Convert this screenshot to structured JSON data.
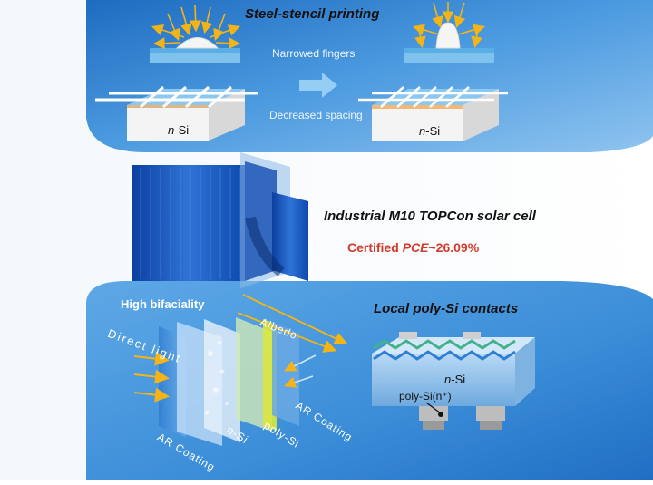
{
  "top": {
    "title": "Steel-stencil printing",
    "narrowed": "Narrowed fingers",
    "decreased": "Decreased spacing",
    "nsi_left_prefix": "n",
    "nsi_left_suffix": "-Si",
    "nsi_right_prefix": "n",
    "nsi_right_suffix": "-Si"
  },
  "middle": {
    "title": "Industrial M10 TOPCon solar cell",
    "pce_prefix": "Certified ",
    "pce_italic": "PCE",
    "pce_suffix": "~26.09%"
  },
  "bottom": {
    "high_bifaciality": "High bifaciality",
    "albedo": "Albedo",
    "direct_light": "Direct light",
    "ar_coating_right": "AR Coating",
    "ar_coating_left": "AR Coating",
    "nsi_layer": "n-Si",
    "poly_si": "poly-Si",
    "local_title": "Local poly-Si contacts",
    "contact_nsi_prefix": "n",
    "contact_nsi_suffix": "-Si",
    "poly_si_n": "poly-Si(n⁺)"
  },
  "colors": {
    "blue_top": "#2f86d6",
    "blue_bottom": "#3e92dc",
    "arrow": "#f2b416",
    "red": "#d23b2b"
  }
}
